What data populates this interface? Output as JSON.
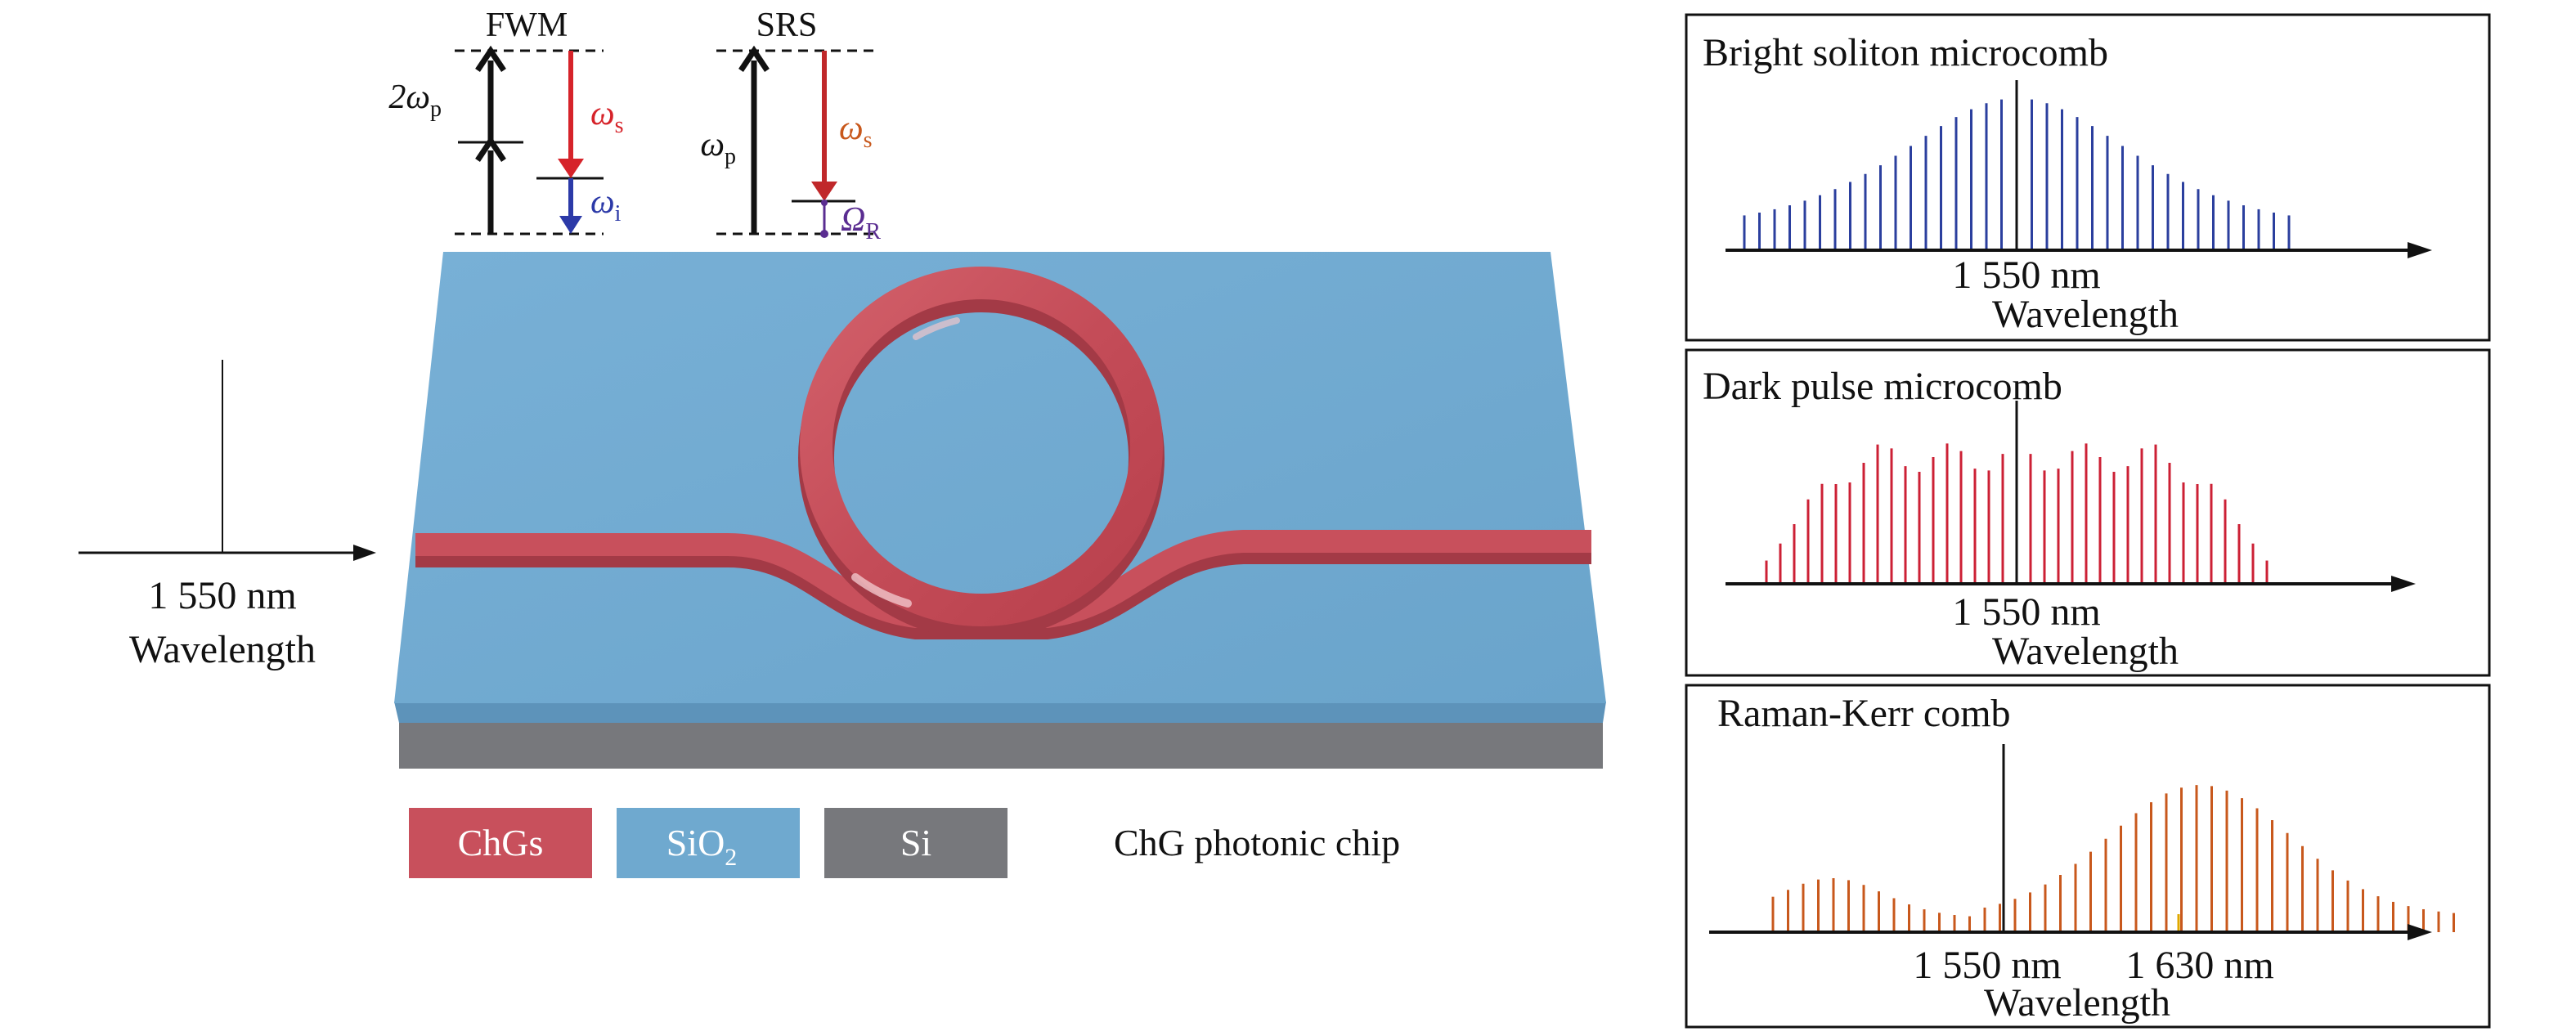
{
  "energy_diagrams": {
    "fwm": {
      "title": "FWM",
      "pump_label": "2ω",
      "pump_sub": "p",
      "signal_label": "ω",
      "signal_sub": "s",
      "idler_label": "ω",
      "idler_sub": "i"
    },
    "srs": {
      "title": "SRS",
      "pump_label": "ω",
      "pump_sub": "p",
      "stokes_label": "ω",
      "stokes_sub": "s",
      "raman_label": "Ω",
      "raman_sub": "R"
    }
  },
  "input_spectrum": {
    "peak_label": "1 550 nm",
    "axis_label": "Wavelength"
  },
  "legend": {
    "chgs": "ChGs",
    "sio2_main": "SiO",
    "sio2_sub": "2",
    "si": "Si",
    "caption": "ChG photonic chip"
  },
  "panels": [
    {
      "title": "Bright soliton microcomb",
      "center_label": "1 550 nm",
      "axis_label": "Wavelength",
      "comb_color": "#2b3f9e"
    },
    {
      "title": "Dark pulse microcomb",
      "center_label": "1 550 nm",
      "axis_label": "Wavelength",
      "comb_color": "#cc2035"
    },
    {
      "title": "Raman-Kerr comb",
      "center_label": "1 550 nm",
      "second_label": "1 630 nm",
      "axis_label": "Wavelength",
      "comb_color": "#c8581c"
    }
  ],
  "colors": {
    "chgs": "#c8505c",
    "sio2": "#6fa9cf",
    "si": "#77787c",
    "pump_arrow": "#111111",
    "signal_arrow": "#d6232a",
    "idler_arrow": "#2c3aa8",
    "stokes_arrow": "#c0282a",
    "raman_color": "#5a2d91"
  }
}
